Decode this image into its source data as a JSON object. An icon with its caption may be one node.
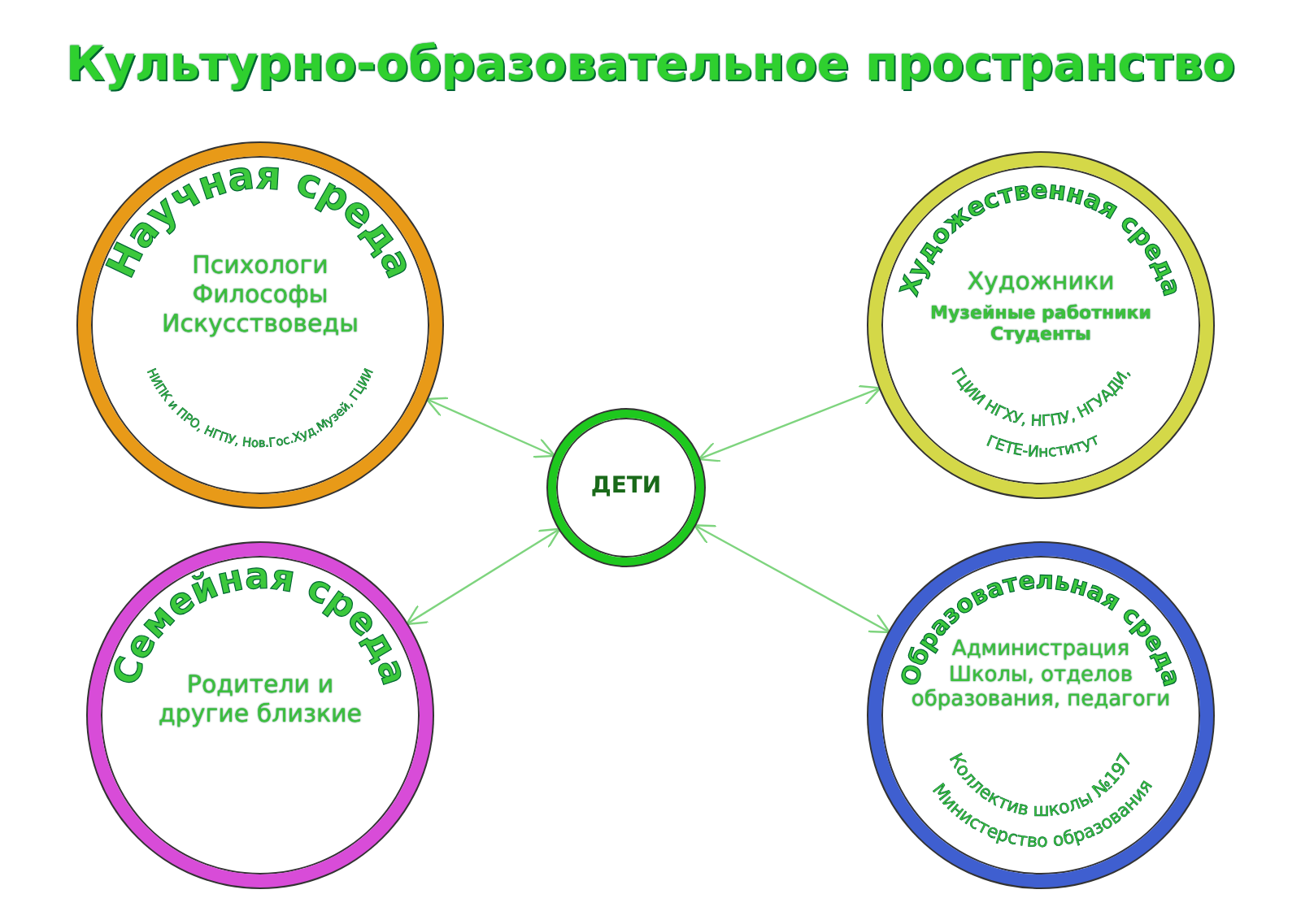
{
  "diagram": {
    "title": "Культурно-образовательное пространство",
    "nodes": [
      {
        "text": [
          "Научная среда",
          "Психологи Философы Искусствоведы",
          "НИПК и ПРО, НГПУ, Нов.Гос.Худ.Музей, ГЦИИ"
        ]
      },
      {
        "text": [
          "Художественная среда",
          "Художники",
          "Музейные работники Студенты",
          "ГЦИИ НГХУ, НГПУ, НГУАДИ, ГЕТЕ-Институт"
        ]
      },
      {
        "text": [
          "ДЕТИ"
        ]
      },
      {
        "text": [
          "Семейная среда",
          "Родители и другие близкие"
        ]
      },
      {
        "text": [
          "Образовательная среда",
          "Администрация Школы, отделов образования, педагоги",
          "Коллектив школы №197 Министерство образования"
        ]
      }
    ],
    "edges": [
      {
        "from": 2,
        "to": 0,
        "arrow": "both"
      },
      {
        "from": 2,
        "to": 1,
        "arrow": "both"
      },
      {
        "from": 2,
        "to": 3,
        "arrow": "both"
      },
      {
        "from": 2,
        "to": 4,
        "arrow": "both"
      }
    ]
  }
}
